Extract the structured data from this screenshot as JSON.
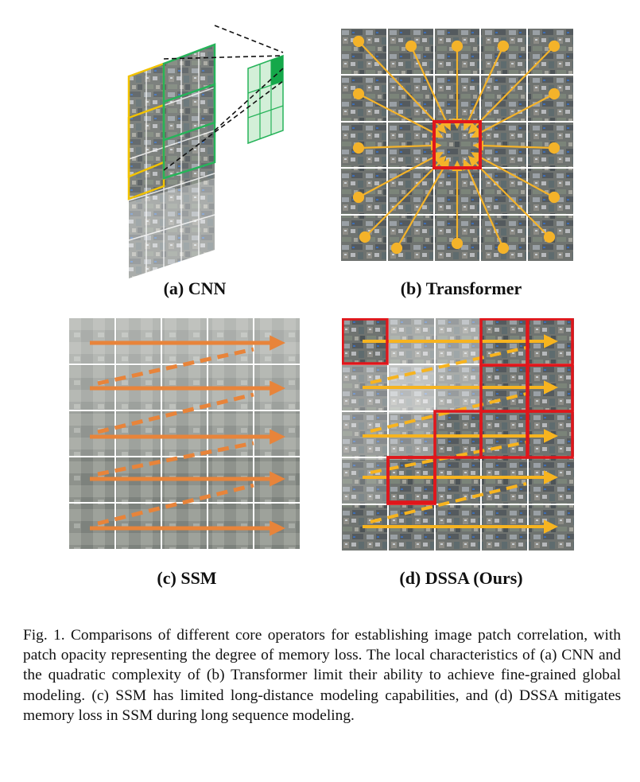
{
  "figure": {
    "panels": [
      {
        "id": "a",
        "label": "(a) CNN"
      },
      {
        "id": "b",
        "label": "(b) Transformer"
      },
      {
        "id": "c",
        "label": "(c) SSM"
      },
      {
        "id": "d",
        "label": "(d) DSSA (Ours)"
      }
    ],
    "colors": {
      "cnn_yellow": "#f2c200",
      "cnn_green": "#27b35a",
      "attention_orange": "#f4b32a",
      "ssm_orange": "#e8843a",
      "dssa_yellow": "#f7b41f",
      "highlight_red": "#e0161b",
      "grid_white": "#ffffff"
    },
    "caption": "Fig. 1.  Comparisons of different core operators for establishing image patch correlation, with patch opacity representing the degree of memory loss. The local characteristics of (a) CNN and the quadratic complexity of (b) Transformer limit their ability to achieve fine-grained global modeling. (c) SSM has limited long-distance modeling capabilities, and (d) DSSA mitigates memory loss in SSM during long sequence modeling."
  }
}
